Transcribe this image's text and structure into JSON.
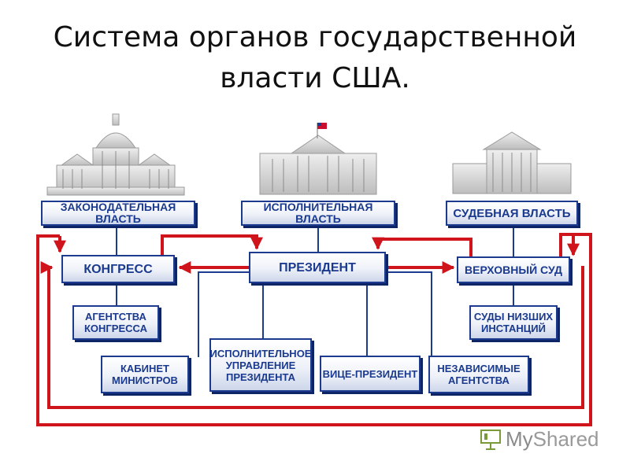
{
  "title_line1": "Система органов государственной",
  "title_line2": "власти США.",
  "branches": {
    "legislative": "ЗАКОНОДАТЕЛЬНАЯ ВЛАСТЬ",
    "executive": "ИСПОЛНИТЕЛЬНАЯ ВЛАСТЬ",
    "judicial": "СУДЕБНАЯ ВЛАСТЬ"
  },
  "bodies": {
    "congress": "КОНГРЕСС",
    "president": "ПРЕЗИДЕНТ",
    "supreme_court": "ВЕРХОВНЫЙ СУД",
    "congress_agencies": "АГЕНТСТВА\nКОНГРЕССА",
    "lower_courts": "СУДЫ НИЗШИХ\nИНСТАНЦИЙ",
    "cabinet": "КАБИНЕТ\nМИНИСТРОВ",
    "exec_office": "ИСПОЛНИТЕЛЬНОЕ\nУПРАВЛЕНИЕ\nПРЕЗИДЕНТА",
    "vice_president": "ВИЦЕ-ПРЕЗИДЕНТ",
    "independent_agencies": "НЕЗАВИСИМЫЕ\nАГЕНТСТВА"
  },
  "logo": {
    "text_my": "My",
    "text_shared": "Shared"
  },
  "colors": {
    "box_border": "#1c3b8f",
    "box_text": "#1a3a8f",
    "arrow": "#d0141b",
    "line": "#1c3b8f"
  }
}
